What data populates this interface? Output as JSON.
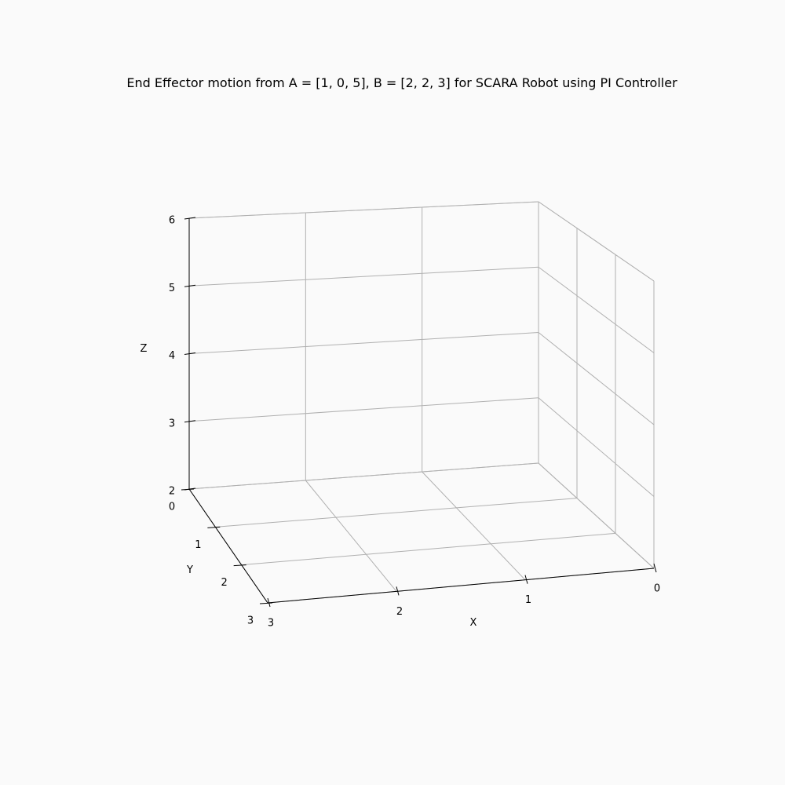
{
  "chart_data": {
    "type": "line",
    "projection": "3d",
    "title": "End Effector motion from A = [1, 0, 5], B = [2, 2, 3] for SCARA Robot using PI Controller",
    "xlabel": "X",
    "ylabel": "Y",
    "zlabel": "Z",
    "xlim": [
      0,
      3
    ],
    "ylim": [
      0,
      3
    ],
    "zlim": [
      2,
      6
    ],
    "x_ticks": [
      "0",
      "1",
      "2",
      "3"
    ],
    "y_ticks": [
      "0",
      "1",
      "2",
      "3"
    ],
    "z_ticks": [
      "2",
      "3",
      "4",
      "5",
      "6"
    ],
    "grid": true,
    "series": []
  }
}
